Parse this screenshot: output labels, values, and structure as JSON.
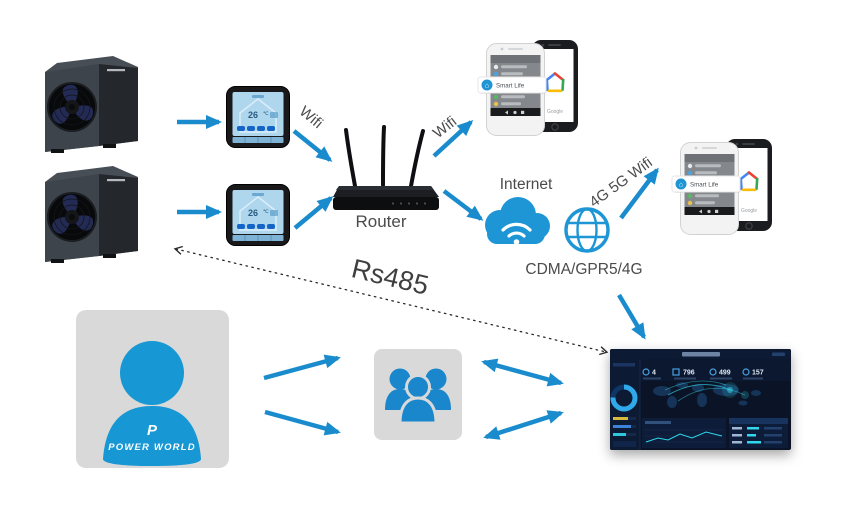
{
  "labels": {
    "wifi_thermostat": "Wifi",
    "wifi_router": "Wifi",
    "router_caption": "Router",
    "internet_caption": "Internet",
    "cdma_caption": "CDMA/GPR5/4G",
    "cellular_caption": "4G 5G Wifi",
    "rs485_caption": "Rs485"
  },
  "devices": {
    "thermostat": {
      "temperature": "26",
      "unit": "℃"
    },
    "phone": {
      "app_name": "Smart Life",
      "brand_caption": "Google"
    }
  },
  "brand": {
    "logo_mark": "P",
    "logo_text": "POWER WORLD"
  },
  "dashboard": {
    "stats": [
      {
        "value": "4"
      },
      {
        "value": "796"
      },
      {
        "value": "499"
      },
      {
        "value": "157"
      }
    ]
  },
  "icons": {
    "smart_life_glyph": "⌂"
  },
  "colors": {
    "arrow_blue": "#1a8ccd",
    "brand_blue": "#1797d3",
    "card_gray": "#d9d9d9",
    "label_gray": "#4b4b4b",
    "cloud_blue": "#1e96d6",
    "dashboard_bg": "#0a1426"
  }
}
